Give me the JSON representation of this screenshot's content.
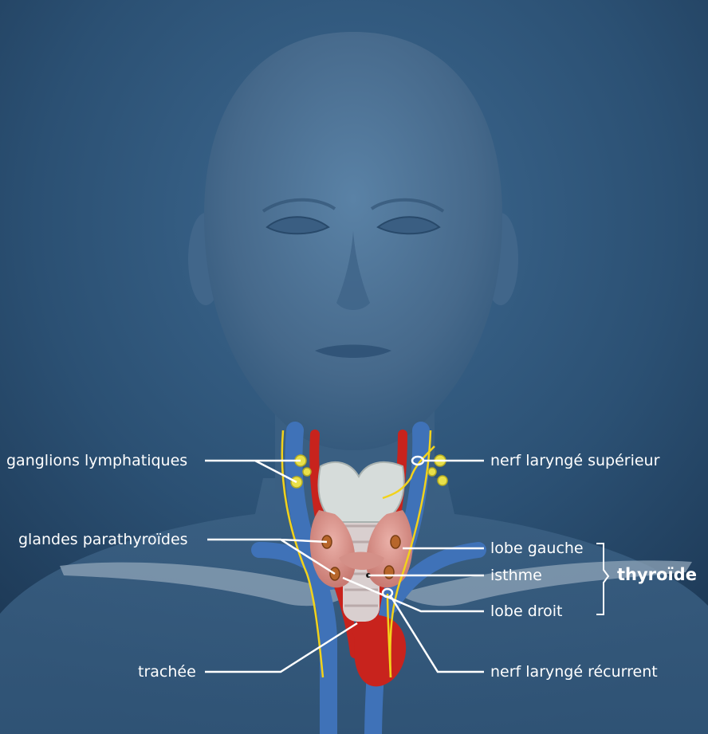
{
  "labels": {
    "lymph_nodes": "ganglions lymphatiques",
    "parathyroid": "glandes parathyroïdes",
    "trachea": "trachée",
    "superior_nerve": "nerf laryngé supérieur",
    "left_lobe": "lobe gauche",
    "isthmus": "isthme",
    "right_lobe": "lobe droit",
    "recurrent_nerve": "nerf laryngé récurrent",
    "thyroid": "thyroïde"
  },
  "colors": {
    "background": "#2f5679",
    "head": "#4d7396",
    "artery": "#c8231d",
    "vein": "#3f72b8",
    "nerve": "#f2d21b",
    "thyroid": "#d98b83",
    "lymph_node": "#e9e04a",
    "label_line": "#ffffff"
  }
}
